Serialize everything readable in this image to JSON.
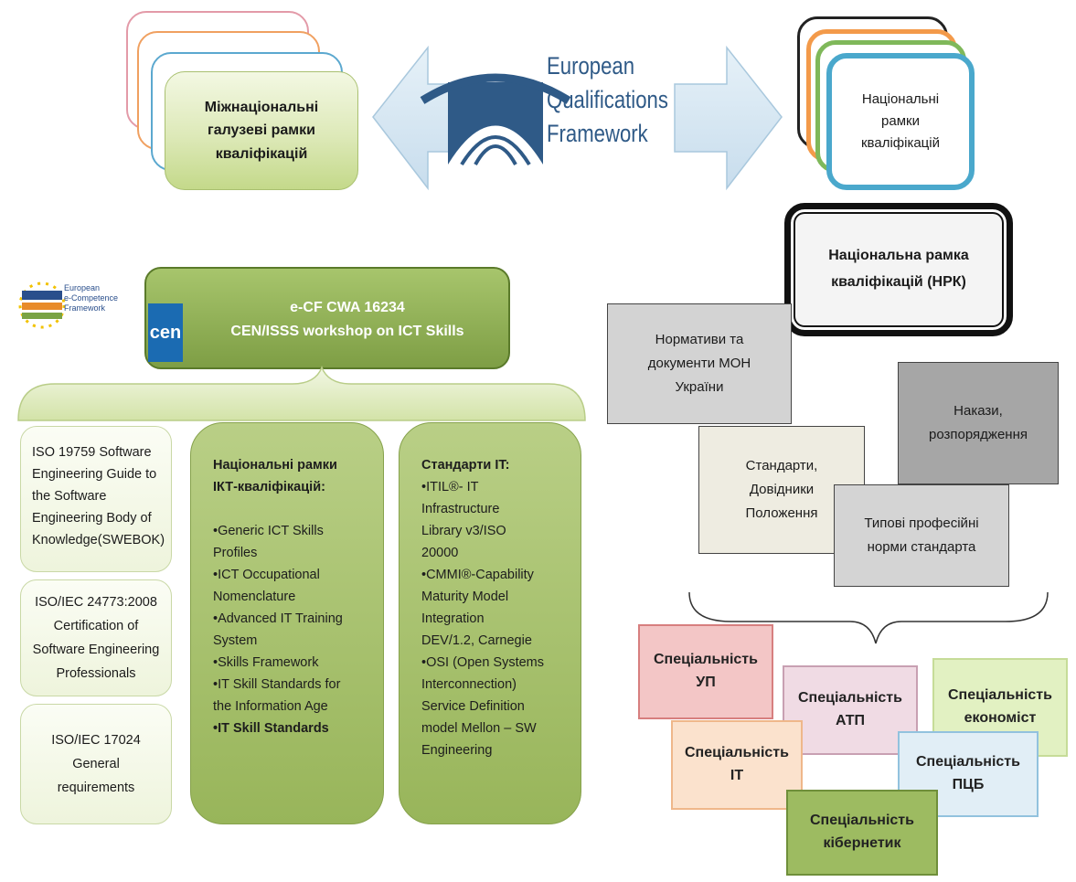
{
  "eqf": {
    "title": "European\nQualifications\nFramework",
    "color": "#2f5a87",
    "logo_icon": "eqf-bridge-logo-icon"
  },
  "transnational": {
    "label": "Міжнаціональні\nгалузеві рамки\nкваліфікацій"
  },
  "national_frameworks": {
    "label": "Національні\nрамки\nкваліфікацій"
  },
  "nrk": {
    "label": "Національна рамка\nкваліфікацій (НРК)"
  },
  "ecf": {
    "logo_text": "European\ne-Competence\nFramework",
    "cen_logo": "cen",
    "title_line1": "e-CF CWA 16234",
    "title_line2": "CEN/ISSS workshop on ICT Skills"
  },
  "iso_boxes": [
    {
      "label": "ISO 19759 Software\nEngineering Guide to\nthe Software\nEngineering Body of\nKnowledge(SWEBOK)"
    },
    {
      "label": "ISO/IEC 24773:2008\nCertification of\nSoftware Engineering\nProfessionals"
    },
    {
      "label": "ISO/IEC 17024\nGeneral\nrequirements"
    }
  ],
  "national_ict": {
    "heading": "Національні рамки\nІКТ-кваліфікацій:",
    "items": "•Generic ICT Skills\nProfiles\n•ICT Occupational\nNomenclature\n•Advanced IT Training\nSystem\n•Skills Framework\n•IT Skill Standards for\nthe Information Age",
    "last_item": "•IT Skill Standards"
  },
  "it_standards": {
    "heading": "Стандарти IT:",
    "items": "•ITIL®- IT\nInfrastructure\nLibrary v3/ISO\n20000\n•CMMI®-Capability\nMaturity Model\nIntegration\nDEV/1.2, Carnegie\n•OSI (Open Systems\nInterconnection)\nService Definition\nmodel Mellon – SW\nEngineering"
  },
  "documents": [
    {
      "label": "Нормативи та\nдокументи МОН\nУкраїни",
      "color": "#d3d3d3"
    },
    {
      "label": "Накази,\nрозпорядження",
      "color": "#a6a6a6"
    },
    {
      "label": "Стандарти,\nДовідники\nПоложення",
      "color": "#eeece1"
    },
    {
      "label": "Типові професійні\nнорми стандарта",
      "color": "#d4d4d4"
    }
  ],
  "specialties": [
    {
      "label": "Спеціальність\nУП",
      "color": "#f3c6c6"
    },
    {
      "label": "Спеціальність\nекономіст",
      "color": "#e2f1c2"
    },
    {
      "label": "Спеціальність\nАТП",
      "color": "#f0dbe4"
    },
    {
      "label": "Спеціальність\nIT",
      "color": "#fbe2cd"
    },
    {
      "label": "Спеціальність\nПЦБ",
      "color": "#e1eef6"
    },
    {
      "label": "Спеціальність\nкібернетик",
      "color": "#9dbb61"
    }
  ]
}
